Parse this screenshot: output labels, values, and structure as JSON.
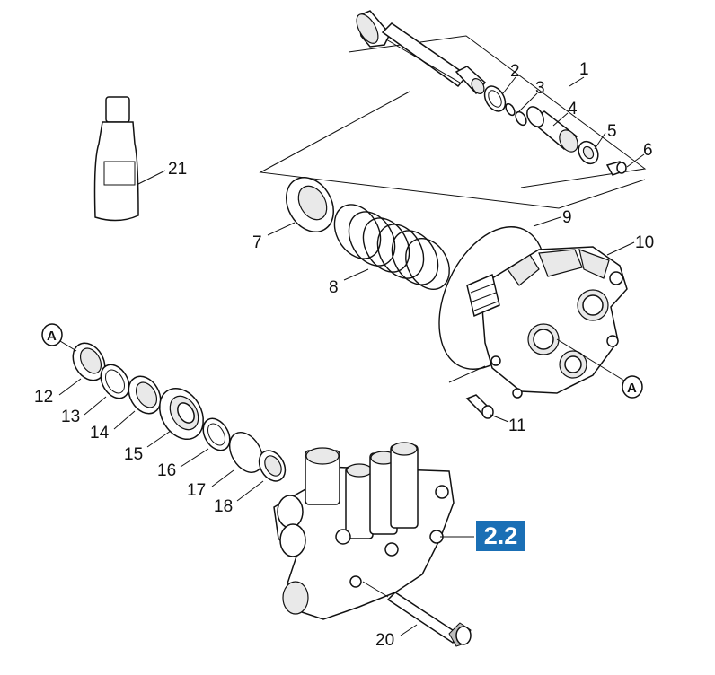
{
  "callouts": {
    "c1": "1",
    "c2": "2",
    "c3": "3",
    "c4": "4",
    "c5": "5",
    "c6": "6",
    "c7": "7",
    "c8": "8",
    "c9": "9",
    "c10": "10",
    "c11": "11",
    "c12": "12",
    "c13": "13",
    "c14": "14",
    "c15": "15",
    "c16": "16",
    "c17": "17",
    "c18": "18",
    "c20": "20",
    "c21": "21"
  },
  "markers": {
    "a_left": "A",
    "a_right": "A"
  },
  "section_badge": {
    "label": "2.2",
    "color": "#1a6fb5"
  }
}
